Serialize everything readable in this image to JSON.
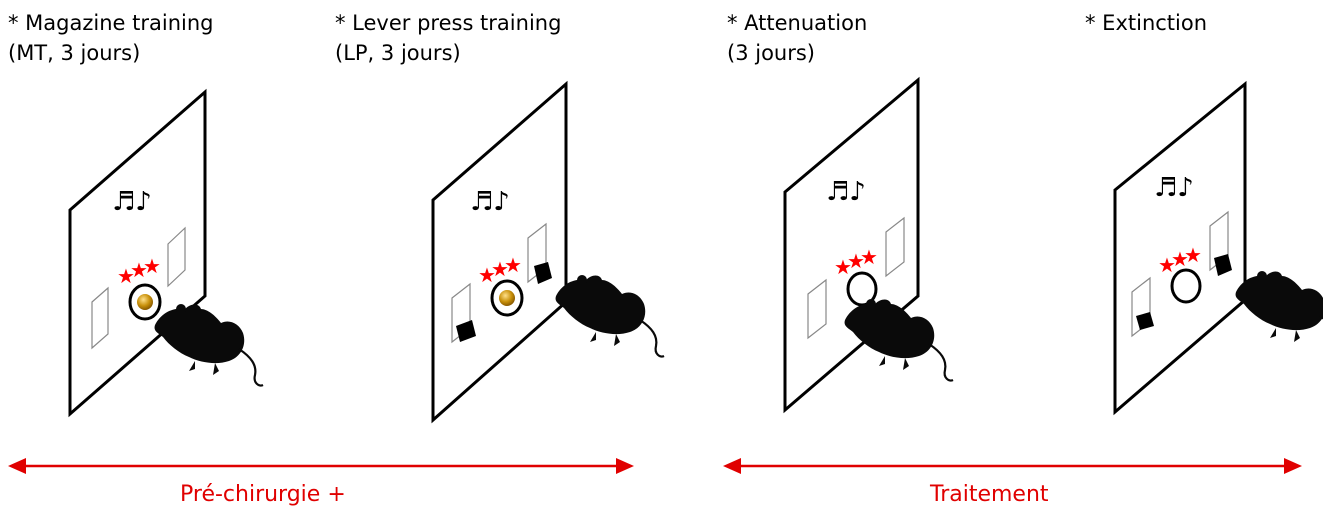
{
  "stages": [
    {
      "line1": "* Magazine training",
      "line2": "(MT, 3 jours)"
    },
    {
      "line1": "* Lever press training",
      "line2": "(LP, 3 jours)"
    },
    {
      "line1": "* Attenuation",
      "line2": "(3 jours)"
    },
    {
      "line1": "* Extinction",
      "line2": ""
    }
  ],
  "icons": {
    "music": "♬♪",
    "star": "★"
  },
  "phases": [
    {
      "label": "Pré-chirurgie +"
    },
    {
      "label": "Traitement"
    }
  ],
  "colors": {
    "arrow": "#e00000",
    "star": "#ff0000",
    "pellet": "#c8900a",
    "panel": "#000000"
  }
}
